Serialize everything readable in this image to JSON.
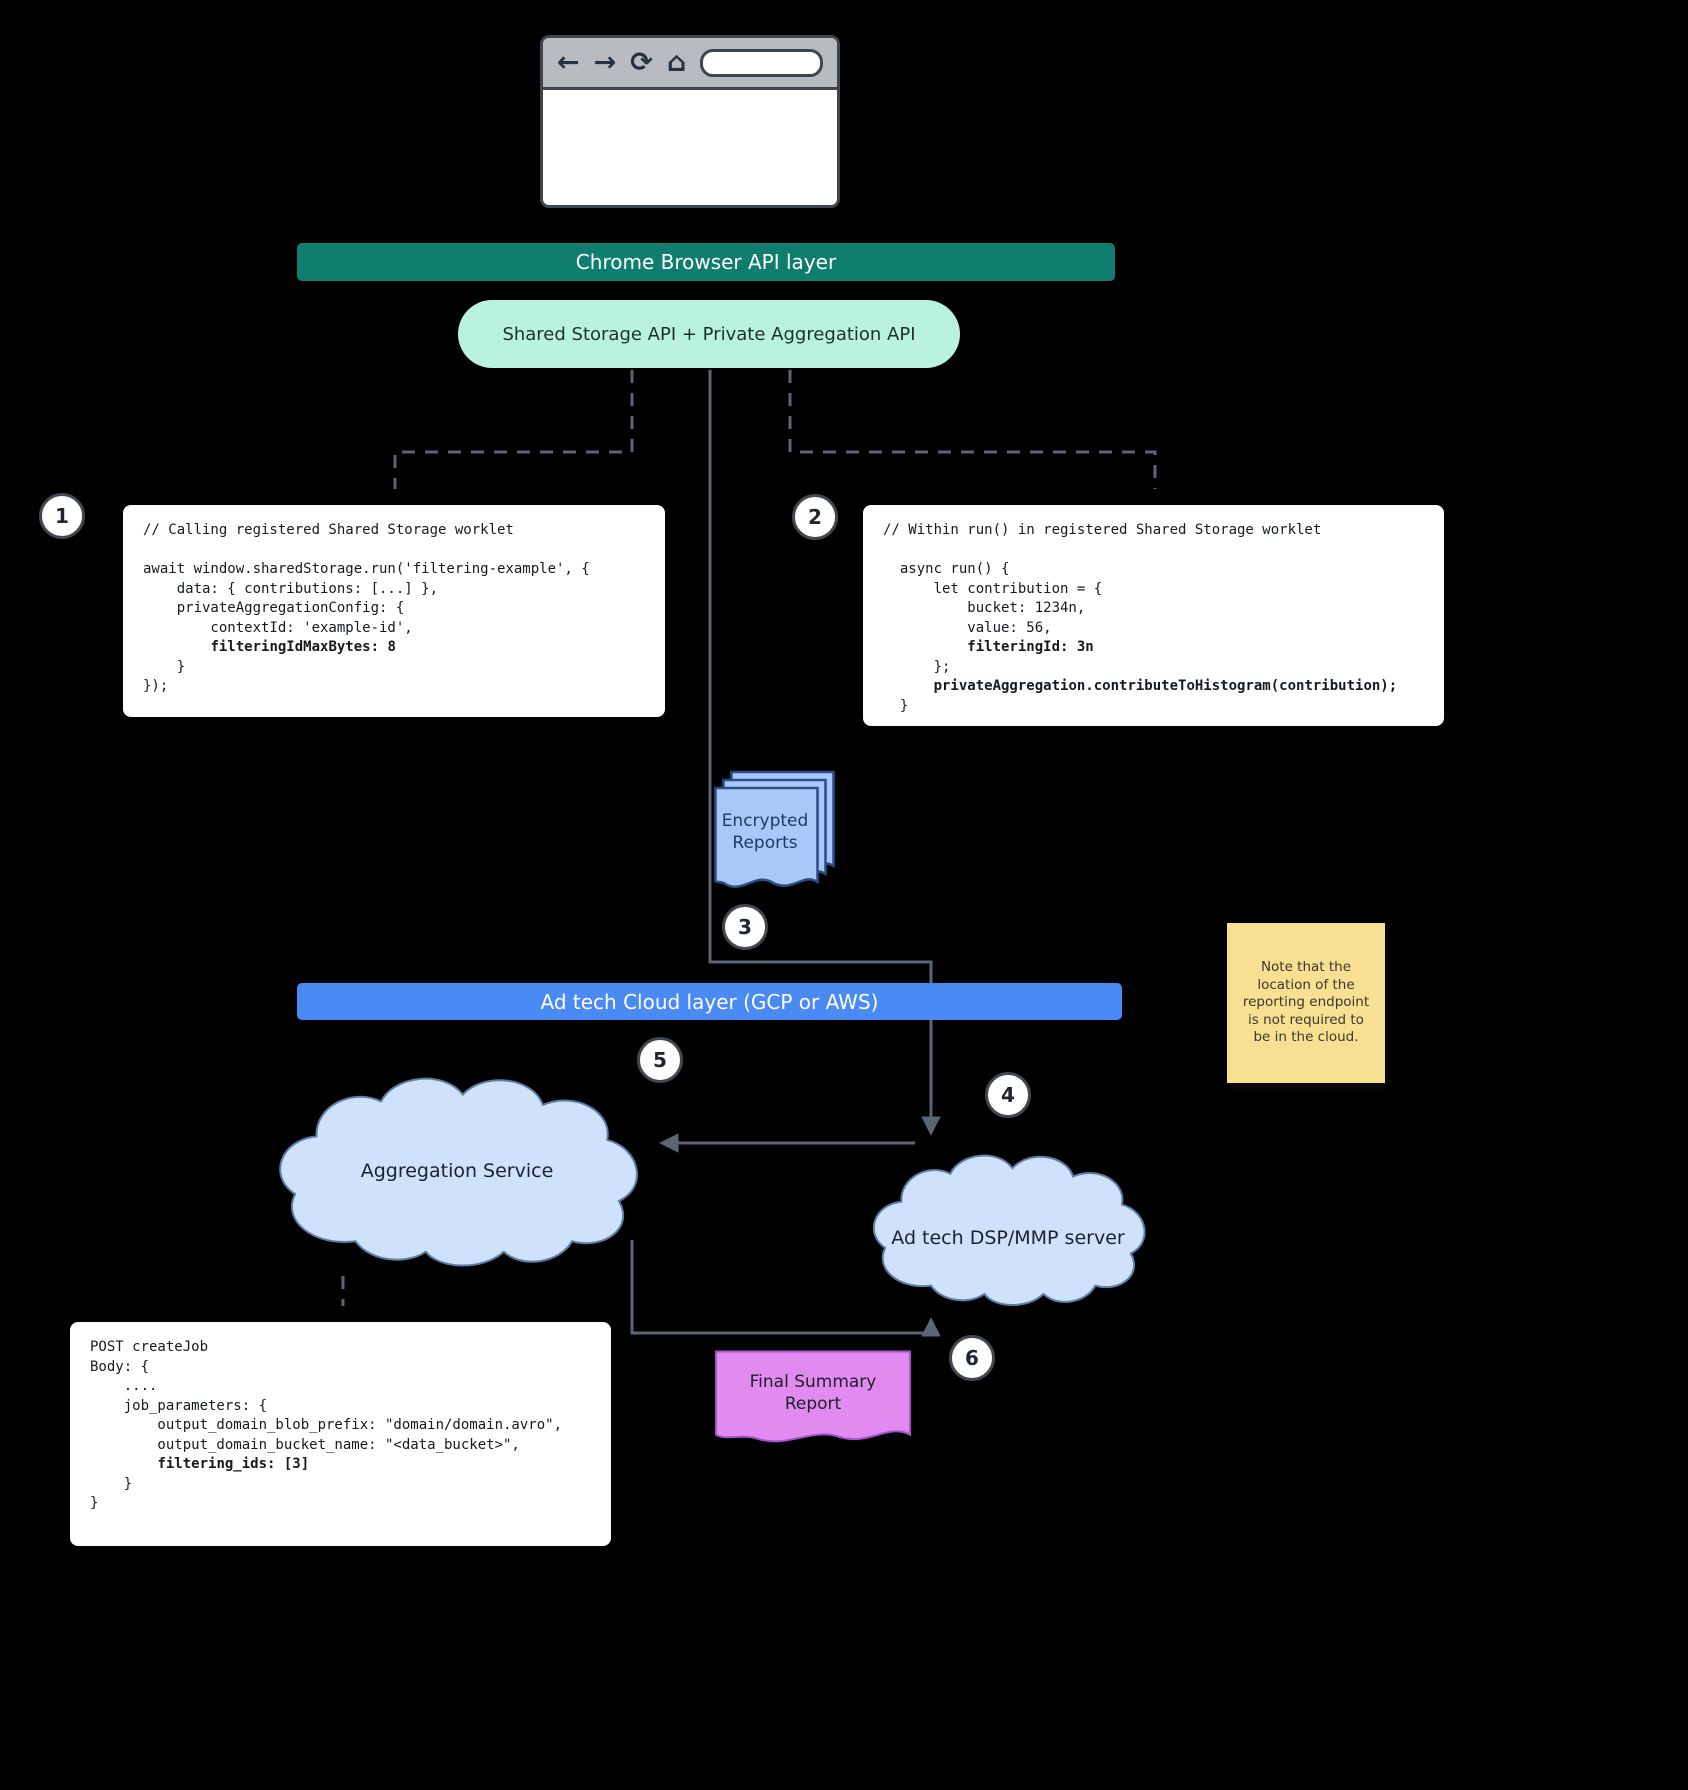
{
  "layers": {
    "chrome_api": "Chrome Browser API layer",
    "cloud": "Ad tech Cloud layer (GCP or AWS)"
  },
  "api_pill": "Shared Storage API + Private Aggregation API",
  "browser": {
    "icons": {
      "back": "←",
      "forward": "→",
      "reload": "⟳",
      "home": "⌂"
    },
    "url_value": ""
  },
  "steps": [
    "1",
    "2",
    "3",
    "4",
    "5",
    "6"
  ],
  "code": {
    "worklet_call": [
      "// Calling registered Shared Storage worklet",
      "",
      "await window.sharedStorage.run('filtering-example', {",
      "    data: { contributions: [...] },",
      "    privateAggregationConfig: {",
      "        contextId: 'example-id',",
      "        **filteringIdMaxBytes: 8**",
      "    }",
      "});"
    ],
    "worklet_run": [
      "// Within run() in registered Shared Storage worklet",
      "",
      "  async run() {",
      "      let contribution = {",
      "          bucket: 1234n,",
      "          value: 56,",
      "          **filteringId: 3n**",
      "      };",
      "      **privateAggregation.contributeToHistogram(contribution);**",
      "  }"
    ],
    "create_job": [
      "POST createJob",
      "Body: {",
      "    ....",
      "    job_parameters: {",
      "        output_domain_blob_prefix: \"domain/domain.avro\",",
      "        output_domain_bucket_name: \"<data_bucket>\",",
      "        **filtering_ids: [3]**",
      "    }",
      "}"
    ]
  },
  "documents": {
    "encrypted_reports": "Encrypted Reports",
    "final_summary": "Final Summary Report"
  },
  "clouds": {
    "aggregation_service": "Aggregation Service",
    "dsp_server": "Ad tech DSP/MMP server"
  },
  "note": "Note that the location of the reporting endpoint is not required to be in the cloud.",
  "colors": {
    "chrome_layer": "#0f7e6e",
    "cloud_layer": "#4a8af5",
    "api_pill": "#b9f2de",
    "cloud_fill": "#cfe1fb",
    "encrypted_doc": "#a9c8fa",
    "summary_doc": "#e18bf0",
    "note_yellow": "#f8e093",
    "connector": "#5b6574"
  }
}
